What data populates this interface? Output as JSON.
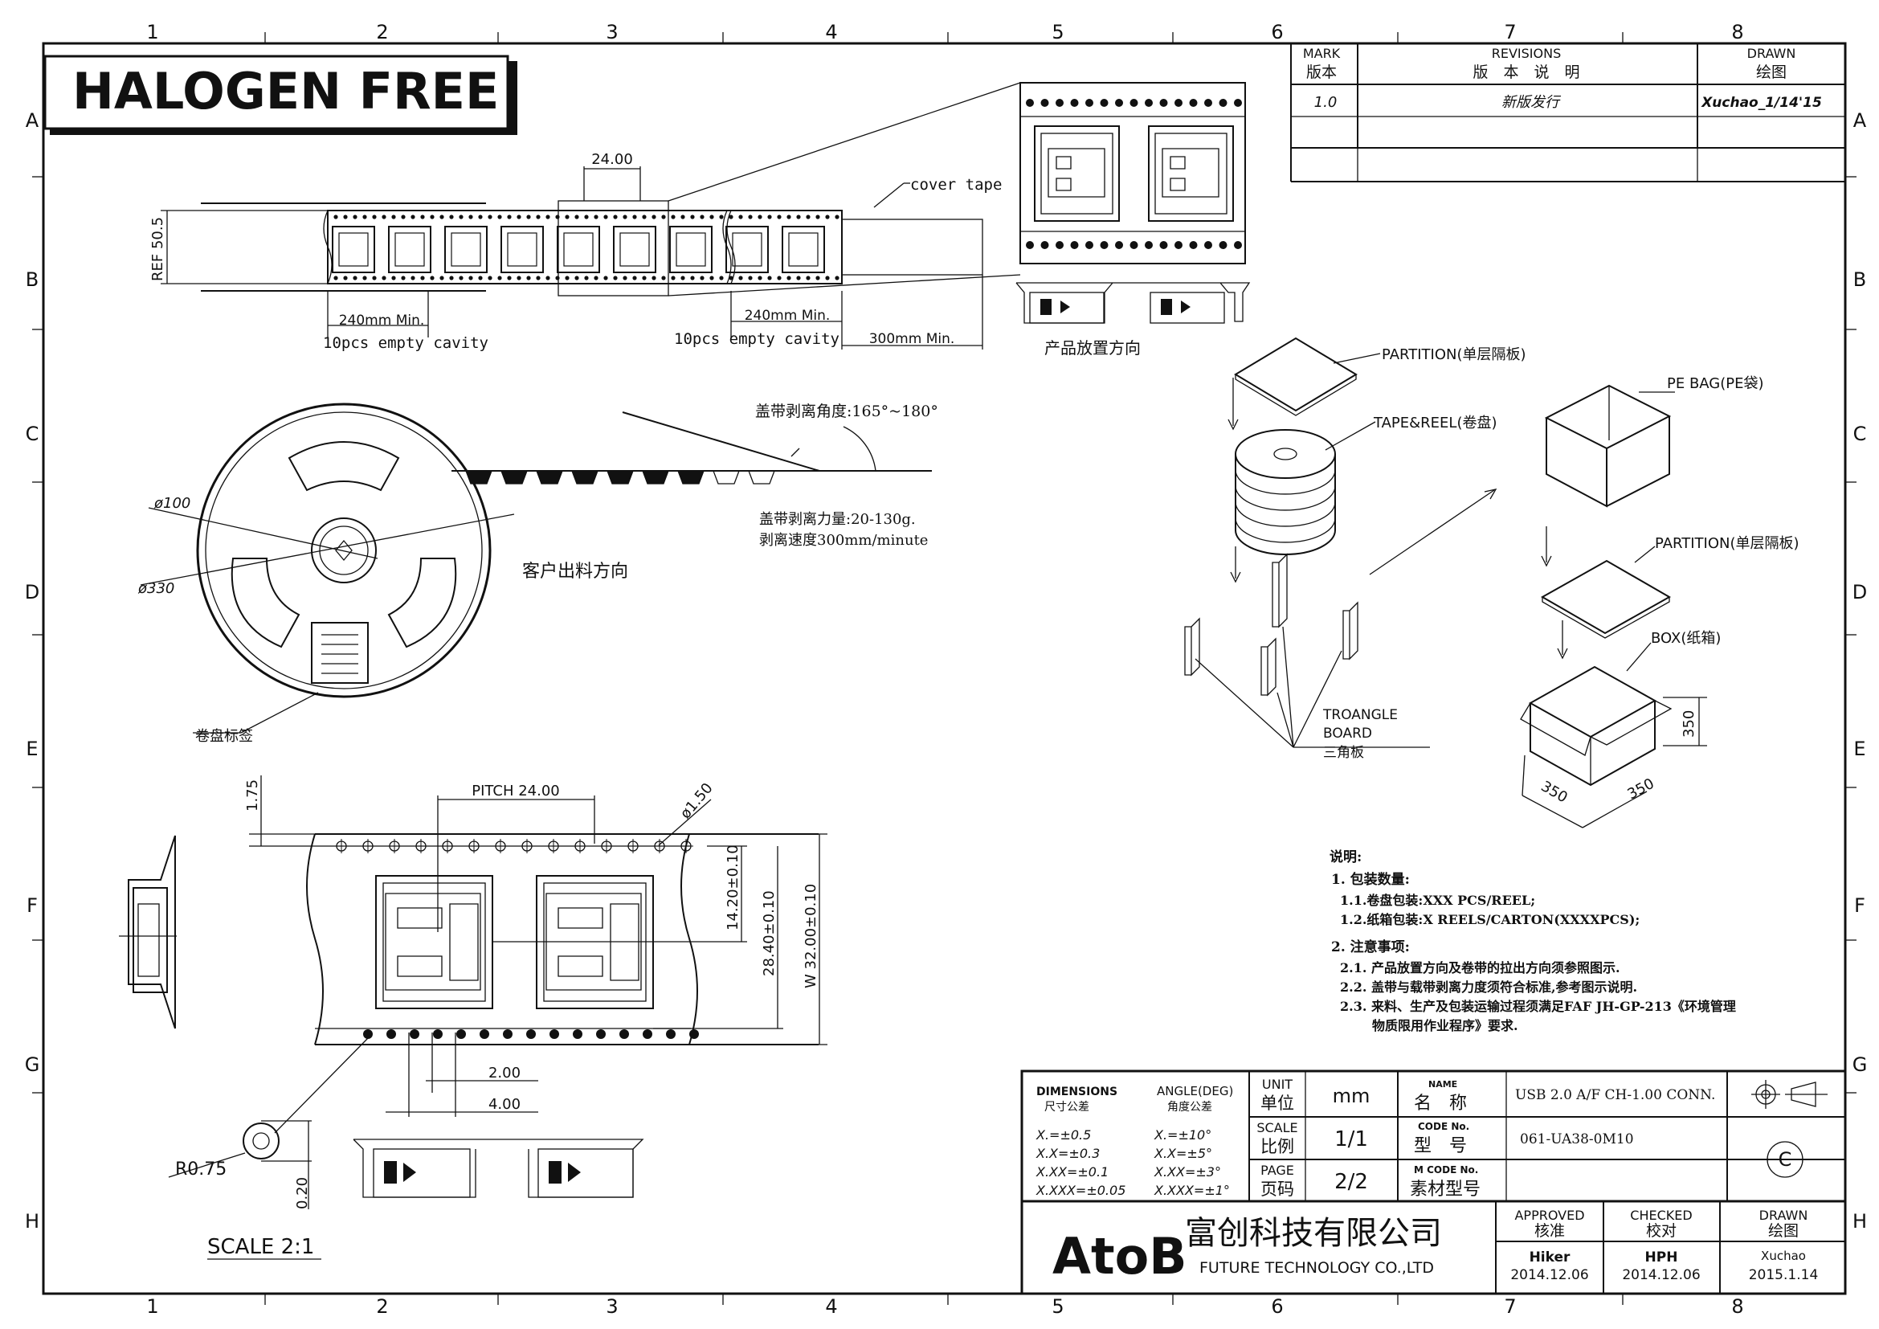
{
  "grid": {
    "cols": [
      "1",
      "2",
      "3",
      "4",
      "5",
      "6",
      "7",
      "8"
    ],
    "rows": [
      "A",
      "B",
      "C",
      "D",
      "E",
      "F",
      "G",
      "H"
    ]
  },
  "halogen": "HALOGEN FREE",
  "revisions": {
    "mark_header": "MARK",
    "mark_header_cn": "版本",
    "rev_header": "REVISIONS",
    "rev_header_cn": "版　本　说　明",
    "drawn_header": "DRAWN",
    "drawn_header_cn": "绘图",
    "rows": [
      {
        "mark": "1.0",
        "desc": "新版发行",
        "drawn": "Xuchao_1/14'15"
      }
    ]
  },
  "tape": {
    "pitch_dim": "24.00",
    "ref_dim": "REF 50.5",
    "cover_tape": "cover tape",
    "lead_min": "240mm Min.",
    "lead_note": "10pcs empty cavity",
    "trail_min": "240mm Min.",
    "trail_note": "10pcs empty cavity",
    "leader_min": "300mm Min.",
    "orientation_label": "产品放置方向"
  },
  "reel": {
    "dia100": "ø100",
    "dia330": "ø330",
    "label": "卷盘标签",
    "direction": "客户出料方向"
  },
  "peel": {
    "angle": "盖带剥离角度:165°~180°",
    "force": "盖带剥离力量:20-130g.",
    "speed": "剥离速度300mm/minute"
  },
  "packaging": {
    "partition1": "PARTITION(单层隔板)",
    "tape_reel": "TAPE&REEL(卷盘)",
    "pe_bag": "PE BAG(PE袋)",
    "partition2": "PARTITION(单层隔板)",
    "box": "BOX(纸箱)",
    "triangle_1": "TROANGLE",
    "triangle_2": "BOARD",
    "triangle_3": "三角板",
    "box_dim1": "350",
    "box_dim2": "350",
    "box_dim3": "350"
  },
  "detail": {
    "pitch": "PITCH 24.00",
    "hole_dia": "ø1.50",
    "d175": "1.75",
    "d1420": "14.20±0.10",
    "d2840": "28.40±0.10",
    "d3200": "W 32.00±0.10",
    "d200": "2.00",
    "d400": "4.00",
    "r075": "R0.75",
    "d020": "0.20",
    "scale": "SCALE 2:1"
  },
  "notes": {
    "title": "说明:",
    "n1": "1. 包装数量:",
    "n11": "1.1.卷盘包装:XXX PCS/REEL;",
    "n12": "1.2.纸箱包装:X REELS/CARTON(XXXXPCS);",
    "n2": "2. 注意事项:",
    "n21": "2.1. 产品放置方向及卷带的拉出方向须参照图示.",
    "n22": "2.2. 盖带与载带剥离力度须符合标准,参考图示说明.",
    "n23a": "2.3. 来料、生产及包装运输过程须满足FAF JH-GP-213《环境管理",
    "n23b": "物质限用作业程序》要求."
  },
  "title_block": {
    "dimensions": "DIMENSIONS",
    "dimensions_cn": "尺寸公差",
    "angle": "ANGLE(DEG)",
    "angle_cn": "角度公差",
    "tol": [
      "X.=±0.5",
      "X.X=±0.3",
      "X.XX=±0.1",
      "X.XXX=±0.05"
    ],
    "ang": [
      "X.=±10°",
      "X.X=±5°",
      "X.XX=±3°",
      "X.XXX=±1°"
    ],
    "unit_label": "UNIT",
    "unit_cn": "单位",
    "unit_val": "mm",
    "scale_label": "SCALE",
    "scale_cn": "比例",
    "scale_val": "1/1",
    "page_label": "PAGE",
    "page_cn": "页码",
    "page_val": "2/2",
    "name_label": "NAME",
    "name_cn": "名　称",
    "name_val": "USB 2.0 A/F  CH-1.00 CONN.",
    "code_label": "CODE No.",
    "code_cn": "型　号",
    "code_val": "061-UA38-0M10",
    "mcode_label": "M CODE No.",
    "mcode_cn": "素材型号",
    "copyright": "C",
    "company_logo": "AtoB",
    "company_cn": "富创科技有限公司",
    "company_en": "FUTURE TECHNOLOGY CO.,LTD",
    "approved": "APPROVED",
    "approved_cn": "核准",
    "approved_name": "Hiker",
    "approved_date": "2014.12.06",
    "checked": "CHECKED",
    "checked_cn": "校对",
    "checked_name": "HPH",
    "checked_date": "2014.12.06",
    "drawn": "DRAWN",
    "drawn_cn": "绘图",
    "drawn_name": "Xuchao",
    "drawn_date": "2015.1.14"
  }
}
